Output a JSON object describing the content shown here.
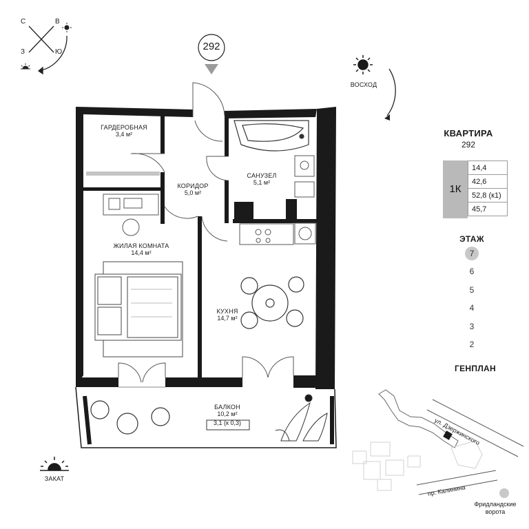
{
  "compass": {
    "n": "С",
    "e": "В",
    "w": "З",
    "s": "Ю"
  },
  "sunrise_label": "ВОСХОД",
  "sunset_label": "ЗАКАТ",
  "entrance_number": "292",
  "rooms": {
    "wardrobe": {
      "name": "ГАРДЕРОБНАЯ",
      "area": "3,4 м²"
    },
    "corridor": {
      "name": "КОРИДОР",
      "area": "5,0 м²"
    },
    "bathroom": {
      "name": "САНУЗЕЛ",
      "area": "5,1 м²"
    },
    "living": {
      "name": "ЖИЛАЯ КОМНАТА",
      "area": "14,4 м²"
    },
    "kitchen": {
      "name": "КУХНЯ",
      "area": "14,7 м²"
    },
    "balcony": {
      "name": "БАЛКОН",
      "area": "10,2 м²",
      "coef_area": "3,1 (к 0,3)"
    }
  },
  "apartment": {
    "title": "КВАРТИРА",
    "number": "292",
    "type": "1К",
    "stats": [
      "14,4",
      "42,6",
      "52,8 (к1)",
      "45,7"
    ]
  },
  "floors": {
    "title": "ЭТАЖ",
    "items": [
      "7",
      "6",
      "5",
      "4",
      "3",
      "2"
    ],
    "active": "7"
  },
  "genplan": {
    "title": "ГЕНПЛАН",
    "street1": "ул. Дзержинского",
    "street2": "пр. Калинина",
    "landmark": "Фридландские ворота"
  }
}
